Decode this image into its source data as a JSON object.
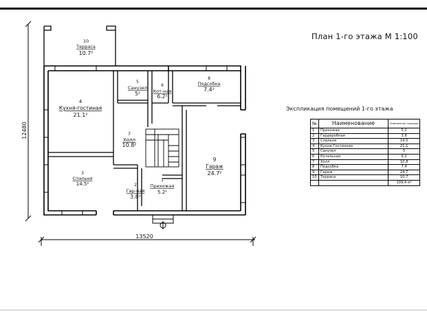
{
  "plan_title": "План 1-го этажа М 1:100",
  "explication_title": "Экспликация помещений 1-го этажа",
  "dimensions": {
    "width": "13520",
    "height": "12480"
  },
  "rooms": [
    {
      "number": "1",
      "name": "Прихожая",
      "area": "5.2²"
    },
    {
      "number": "2",
      "name": "Гар-ная",
      "area": "3.8²"
    },
    {
      "number": "3",
      "name": "Спальня",
      "area": "14.5²"
    },
    {
      "number": "4",
      "name": "Кухня-гостиная",
      "area": "21.1²"
    },
    {
      "number": "5",
      "name": "Санузел",
      "area": "5²"
    },
    {
      "number": "6",
      "name": "Кот-ная",
      "area": "6.2²"
    },
    {
      "number": "7",
      "name": "Холл",
      "area": "10.8²"
    },
    {
      "number": "8",
      "name": "Подсобка",
      "area": "7.4²"
    },
    {
      "number": "9",
      "name": "Гараж",
      "area": "24.7²"
    },
    {
      "number": "10",
      "name": "Терраса",
      "area": "10.7²"
    }
  ],
  "table": {
    "headers": {
      "number": "№",
      "name": "Наименование",
      "area": "Измеренная площадь"
    },
    "rows": [
      {
        "n": "1",
        "name": "Прихожая",
        "area": "5.2"
      },
      {
        "n": "2",
        "name": "Гардеробная",
        "area": "3.8"
      },
      {
        "n": "3",
        "name": "Спальня",
        "area": "14.5"
      },
      {
        "n": "4",
        "name": "Кухня-Гостинная",
        "area": "21.1"
      },
      {
        "n": "5",
        "name": "Санузел",
        "area": "5"
      },
      {
        "n": "6",
        "name": "Котельная",
        "area": "6.2"
      },
      {
        "n": "7",
        "name": "Холл",
        "area": "10.8"
      },
      {
        "n": "8",
        "name": "Подсобка",
        "area": "7.4"
      },
      {
        "n": "9",
        "name": "Гараж",
        "area": "24.7"
      },
      {
        "n": "10",
        "name": "Терраса",
        "area": "10.7"
      }
    ],
    "total": "109,4 м²"
  }
}
